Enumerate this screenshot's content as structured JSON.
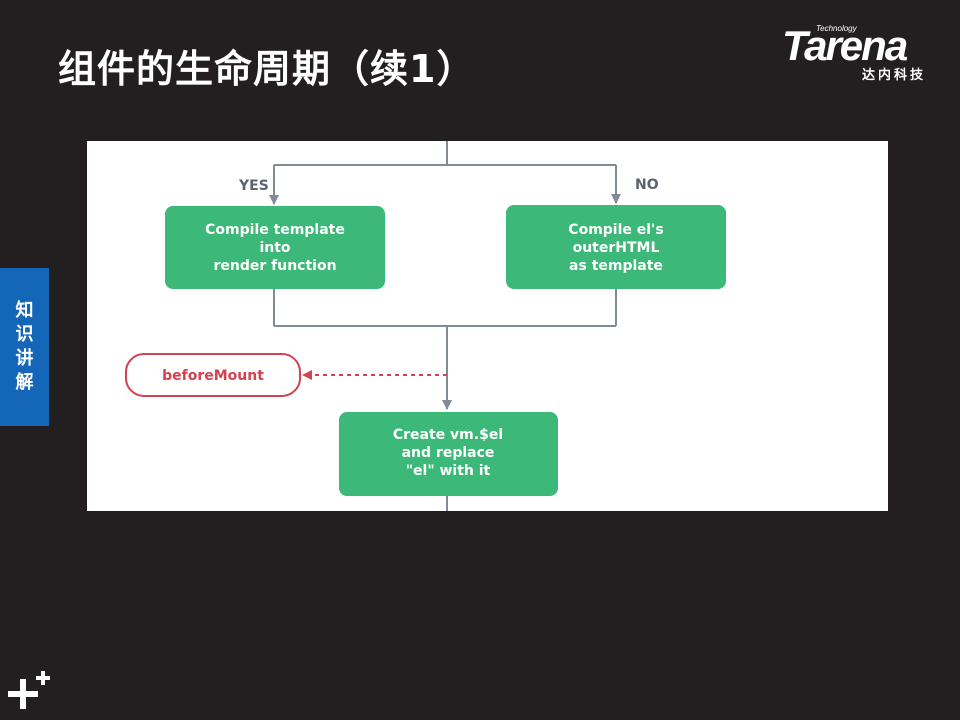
{
  "slide": {
    "title": "组件的生命周期（续1）",
    "side_tab_label": "知识讲解"
  },
  "logo": {
    "tagline": "Technology",
    "wordmark": "Tarena",
    "chinese_name": "达内科技"
  },
  "diagram": {
    "branches": {
      "yes_label": "YES",
      "no_label": "NO"
    },
    "nodes": {
      "compile_template": [
        "Compile template",
        "into",
        "render function"
      ],
      "compile_el": [
        "Compile el's",
        "outerHTML",
        "as template"
      ],
      "create_vm_el": [
        "Create vm.$el",
        "and replace",
        "\"el\" with it"
      ]
    },
    "hook": {
      "label": "beforeMount"
    }
  },
  "colors": {
    "background": "#231f20",
    "node_green": "#3cb878",
    "hook_red": "#d2424f",
    "connector_gray": "#7f8c97",
    "side_tab_blue": "#1466b8"
  },
  "icons": [
    "plus-plus-icon"
  ]
}
